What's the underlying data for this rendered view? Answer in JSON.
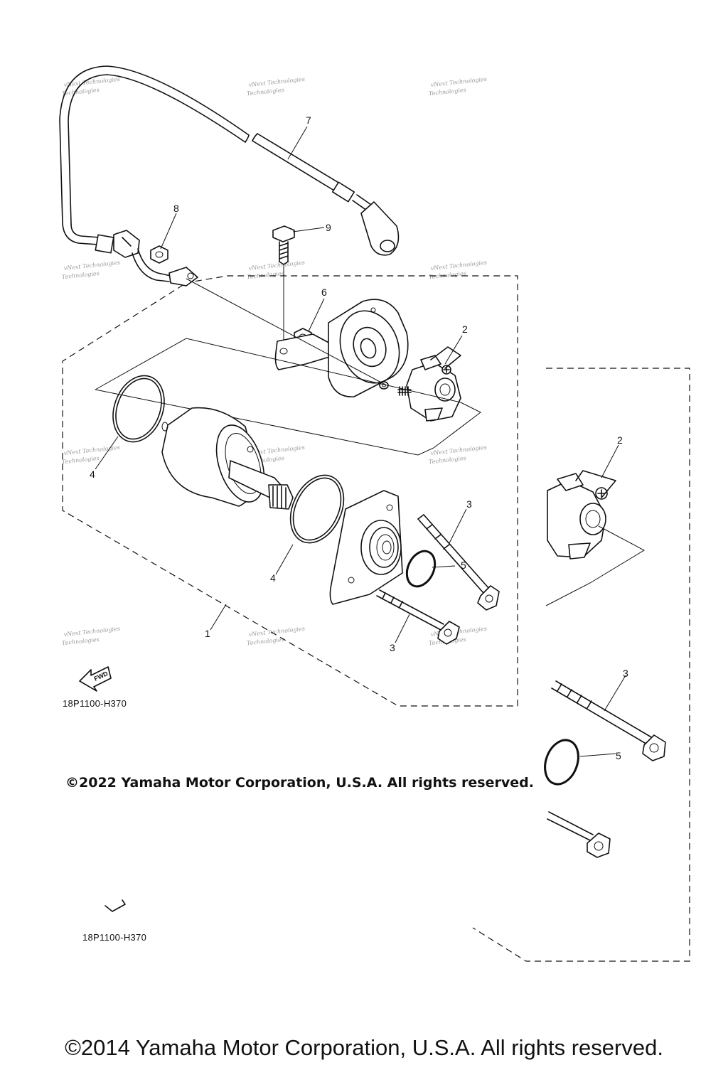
{
  "callouts": {
    "c1": "1",
    "c2a": "2",
    "c2b": "2",
    "c3a": "3",
    "c3b": "3",
    "c3c": "3",
    "c4a": "4",
    "c4b": "4",
    "c5a": "5",
    "c5b": "5",
    "c6": "6",
    "c7": "7",
    "c8": "8",
    "c9": "9"
  },
  "watermark_line1": "vNext Technologies",
  "watermark_line2": "Technologies",
  "fwd_label": "FWD",
  "diagram_code_a": "18P1100-H370",
  "diagram_code_b": "18P1100-H370",
  "copyright_inner": "©2022 Yamaha Motor Corporation, U.S.A. All rights reserved.",
  "copyright_outer": "©2014 Yamaha Motor Corporation, U.S.A. All rights reserved."
}
